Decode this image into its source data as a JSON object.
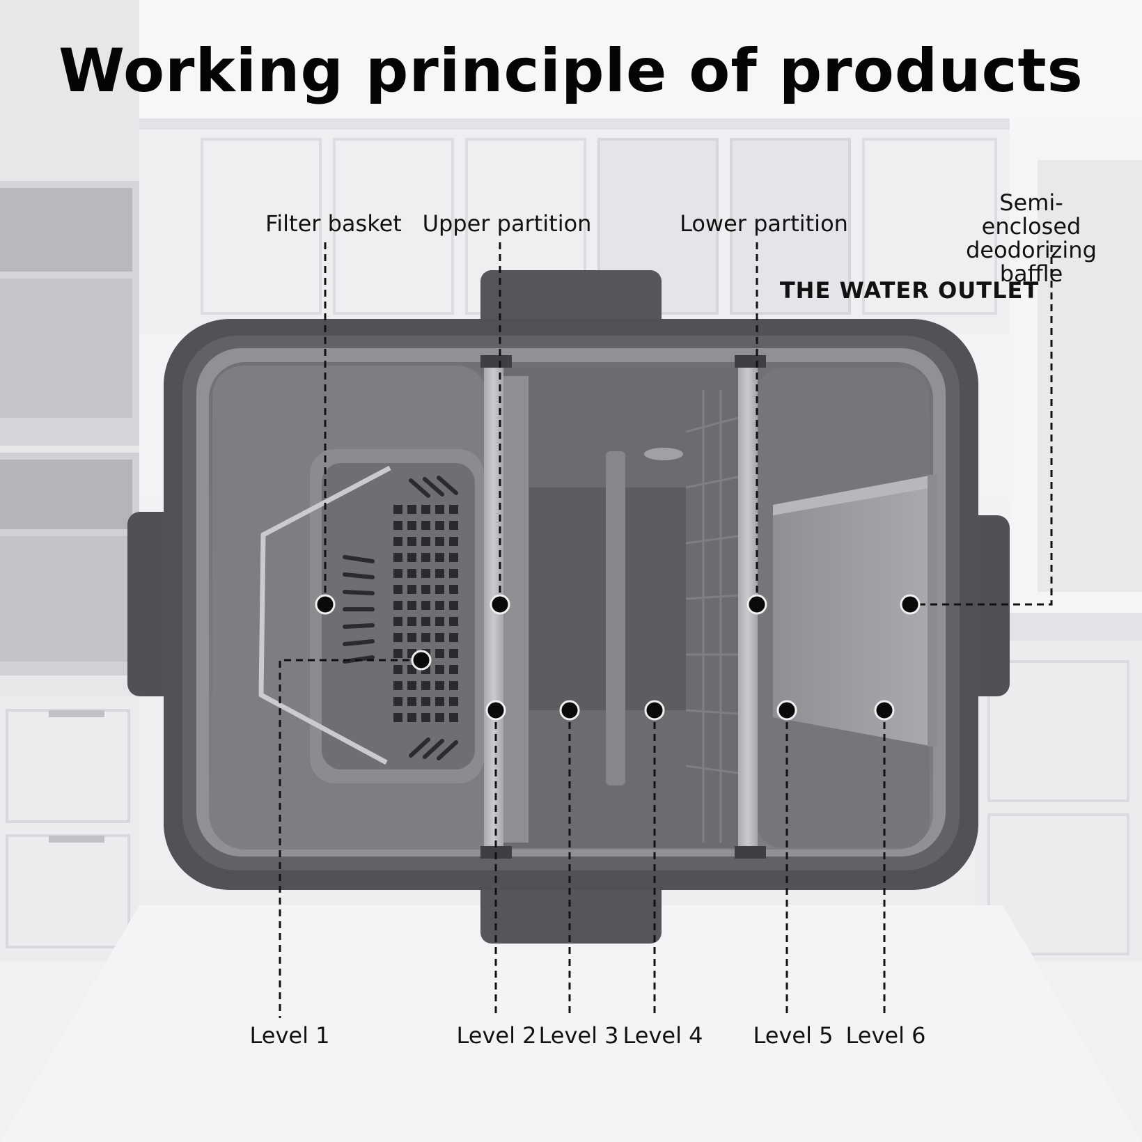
{
  "title": "Working principle of products",
  "labels": {
    "filter_basket": "Filter basket",
    "upper_partition": "Upper partition",
    "lower_partition": "Lower partition",
    "baffle": "Semi-enclosed\ndeodorizing baffle",
    "water_outlet": "THE WATER OUTLET"
  },
  "levels": [
    "Level 1",
    "Level 2",
    "Level 3",
    "Level 4",
    "Level 5",
    "Level 6"
  ],
  "colors": {
    "background": "#f2f3f4",
    "tank_outer": "#585a5d",
    "tank_inner": "#77797c",
    "partition": "#b9bbbe",
    "baffle": "#9c9ea1",
    "marker": "#0a0a0a",
    "text": "#111111"
  }
}
